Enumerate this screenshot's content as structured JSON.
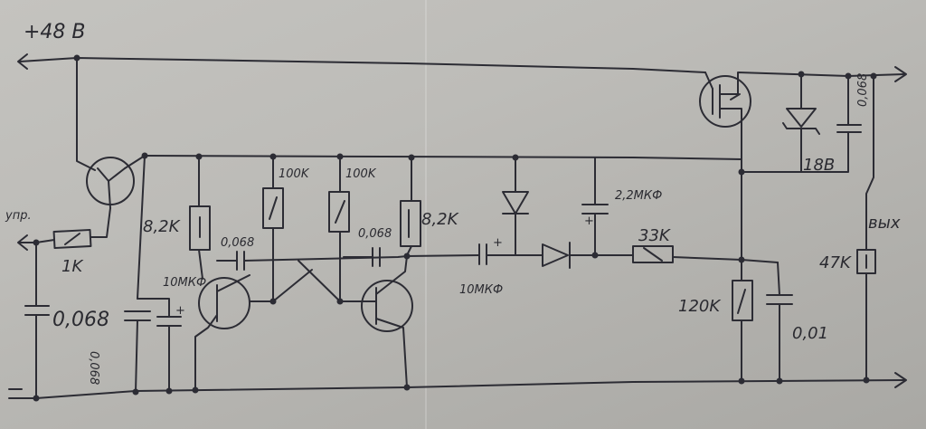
{
  "power_label": "+48 В",
  "control_label": "упр.",
  "output_label": "вых",
  "components": {
    "r_1k": "1K",
    "r_8k2_left": "8,2K",
    "r_8k2_right": "8,2K",
    "r_100k_a": "100K",
    "r_100k_b": "100K",
    "r_33k": "33K",
    "r_120k": "120K",
    "r_47k": "47K",
    "c_0068_input": "0,068",
    "c_0068_supply": "0,068",
    "c_0068_cross_left": "0,068",
    "c_0068_cross_right": "0,068",
    "c_0068_gate": "0,068",
    "c_10uf_timing": "10МКФ",
    "c_10uf_coupling": "10МКФ",
    "c_22uf": "2,2МКФ",
    "c_001": "0,01",
    "zener_18v": "18В"
  },
  "colors": {
    "ink": "#2c2c34",
    "paper": "#c4c3bf"
  }
}
